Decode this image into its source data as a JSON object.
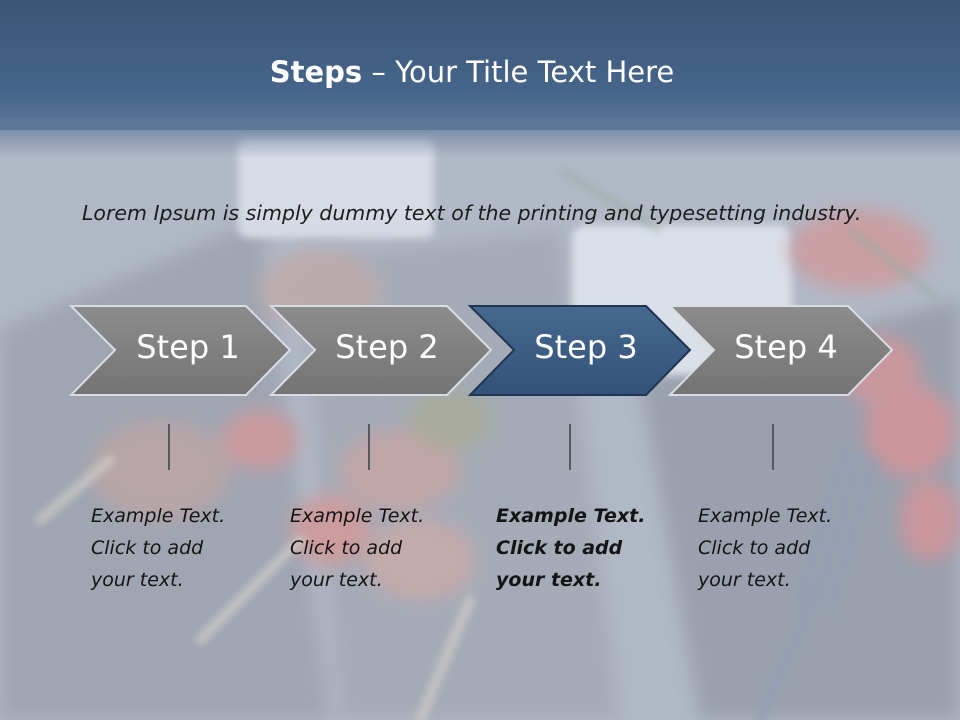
{
  "slide": {
    "title_bold": "Steps",
    "title_rest": " – Your Title Text Here",
    "intro": "Lorem Ipsum is simply dummy text of the printing and typesetting industry.",
    "colors": {
      "header": "#46658a",
      "step_fill": "#7f7f7f",
      "step_active_fill": "#3a5a80",
      "step_text": "#ffffff"
    },
    "steps": [
      {
        "label": "Step 1",
        "active": false,
        "note": [
          "Example Text.",
          "Click  to add",
          "your text."
        ]
      },
      {
        "label": "Step 2",
        "active": false,
        "note": [
          "Example Text.",
          "Click  to add",
          "your text."
        ]
      },
      {
        "label": "Step 3",
        "active": true,
        "note": [
          "Example Text.",
          "Click  to add",
          "your text."
        ]
      },
      {
        "label": "Step 4",
        "active": false,
        "note": [
          "Example Text.",
          "Click  to add",
          "your text."
        ]
      }
    ]
  }
}
